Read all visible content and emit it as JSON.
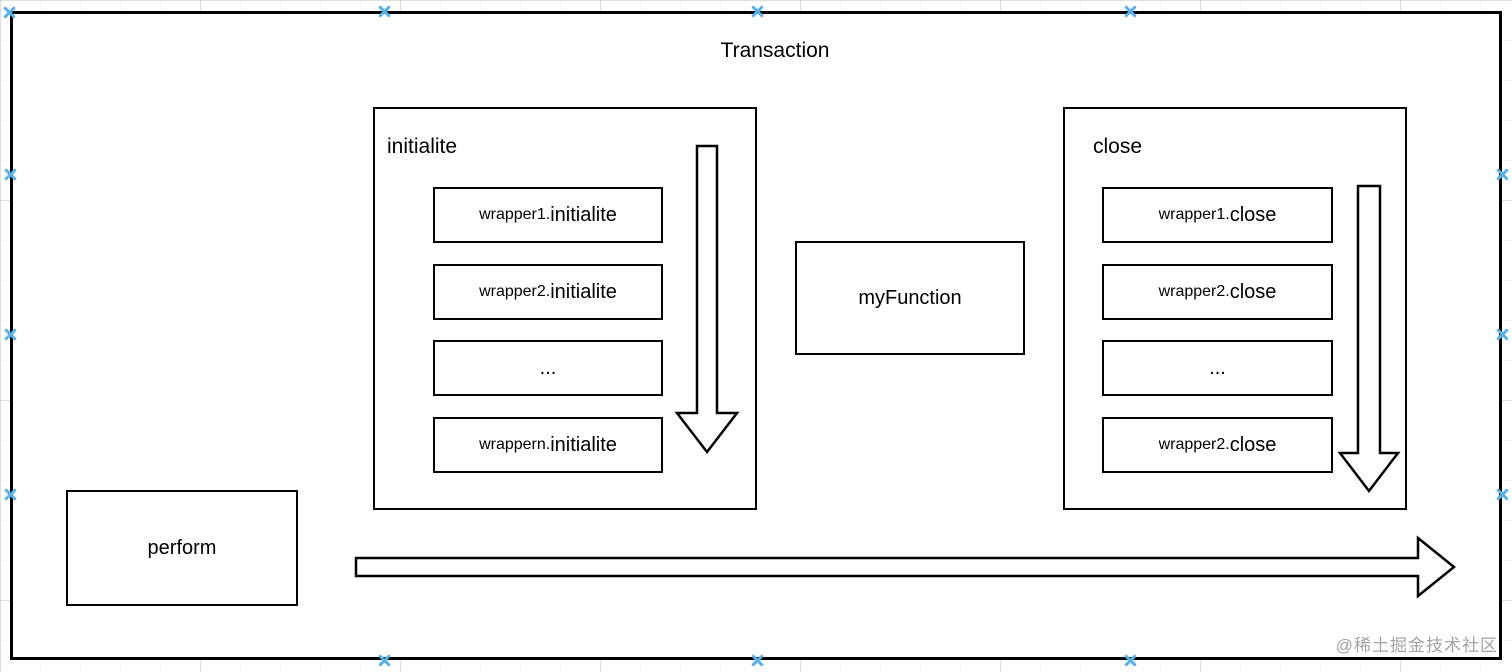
{
  "colors": {
    "stroke": "#000000",
    "shape_fill": "#ffffff",
    "connection_point_blue": "#57b2ea",
    "watermark_gray": "#a3a3a3"
  },
  "diagram": {
    "title": "Transaction",
    "watermark": "@稀土掘金技术社区",
    "perform_label": "perform",
    "my_function_label": "myFunction",
    "initialite_group": {
      "label": "initialite",
      "items": [
        {
          "prefix": "wrapper1.",
          "suffix": "initialite"
        },
        {
          "prefix": "wrapper2.",
          "suffix": "initialite"
        },
        {
          "prefix": "",
          "suffix": "..."
        },
        {
          "prefix": "wrappern.",
          "suffix": "initialite"
        }
      ]
    },
    "close_group": {
      "label": "close",
      "items": [
        {
          "prefix": "wrapper1.",
          "suffix": "close"
        },
        {
          "prefix": "wrapper2.",
          "suffix": "close"
        },
        {
          "prefix": "",
          "suffix": "..."
        },
        {
          "prefix": "wrapper2.",
          "suffix": "close"
        }
      ]
    },
    "icons": {
      "down_arrow": "down-arrow",
      "right_arrow": "right-arrow",
      "connection_point": "connection-cross"
    }
  }
}
